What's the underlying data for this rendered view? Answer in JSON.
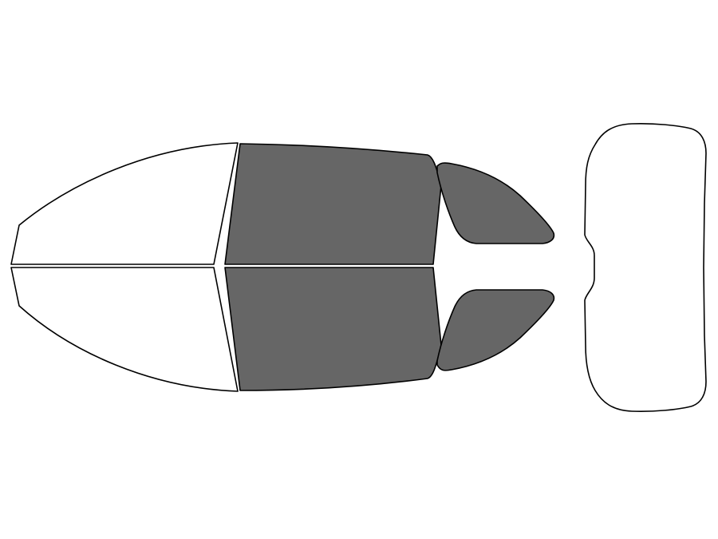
{
  "colors": {
    "background": "#ffffff",
    "outline": "#000000",
    "untinted": "#ffffff",
    "tinted": "#666666"
  },
  "panels": [
    {
      "id": "windshield-left-half",
      "tinted": false
    },
    {
      "id": "windshield-right-half",
      "tinted": false
    },
    {
      "id": "front-door-window-left",
      "tinted": true
    },
    {
      "id": "front-door-window-right",
      "tinted": true
    },
    {
      "id": "rear-door-window-left",
      "tinted": true
    },
    {
      "id": "rear-door-window-right",
      "tinted": true
    },
    {
      "id": "rear-windshield",
      "tinted": false
    }
  ]
}
